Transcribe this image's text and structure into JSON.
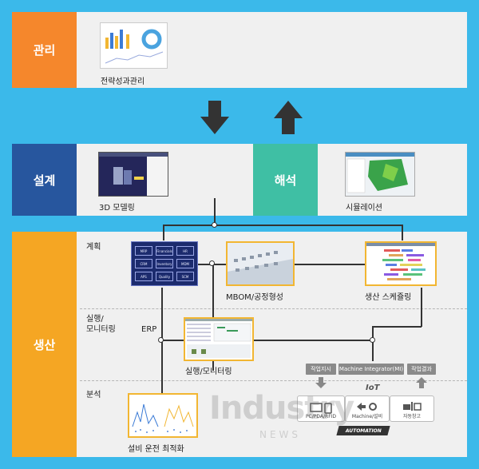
{
  "sections": {
    "management": {
      "label": "관리",
      "color": "#f5872c",
      "item": "전략성과관리"
    },
    "design": {
      "label": "설계",
      "color": "#27569e",
      "item": "3D 모델링"
    },
    "analysis": {
      "label": "해석",
      "color": "#3fbfa4",
      "item": "시뮬레이션"
    },
    "production": {
      "label": "생산",
      "color": "#f5a623"
    }
  },
  "production": {
    "planning": {
      "label": "계획",
      "mes_items": [
        "MRP",
        "Financials",
        "HR",
        "CRM",
        "Inventory",
        "MDM",
        "APS",
        "Quality",
        "SCM"
      ],
      "mbom": "MBOM/공정형성",
      "schedule": "생산 스케쥴링"
    },
    "execution": {
      "label": "실행/\n모니터링",
      "erp": "ERP",
      "monitor": "실행/모니터링"
    },
    "analysis": {
      "label": "분석",
      "item": "설비 운전 최적화"
    },
    "iot": {
      "work_order": "작업지시",
      "mi": "Machine Integrator(MI)",
      "work_result": "작업결과",
      "title": "IoT",
      "boxes": [
        "PC/PDA/RFID",
        "Machine/설비",
        "자동창고"
      ],
      "automation": "AUTOMATION"
    }
  },
  "watermark": {
    "main": "Industry",
    "sub": "NEWS"
  }
}
